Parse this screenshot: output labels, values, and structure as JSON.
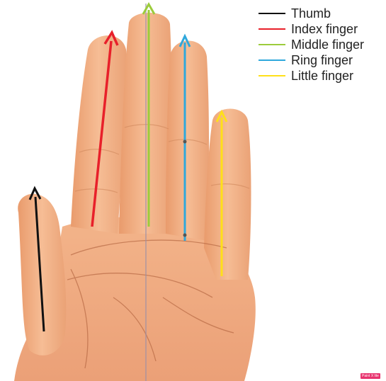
{
  "legend": {
    "items": [
      {
        "label": "Thumb",
        "color": "#111111"
      },
      {
        "label": "Index finger",
        "color": "#e8202a"
      },
      {
        "label": "Middle finger",
        "color": "#9ccc3c"
      },
      {
        "label": "Ring finger",
        "color": "#2fa8dc"
      },
      {
        "label": "Little finger",
        "color": "#ffe01a"
      }
    ]
  },
  "colors": {
    "skin": "#f0a77a",
    "skin_light": "#f6c29c",
    "skin_shadow": "#d98a5c",
    "palm_line": "#b86a45"
  },
  "watermark": {
    "text": "Paint X lite"
  }
}
